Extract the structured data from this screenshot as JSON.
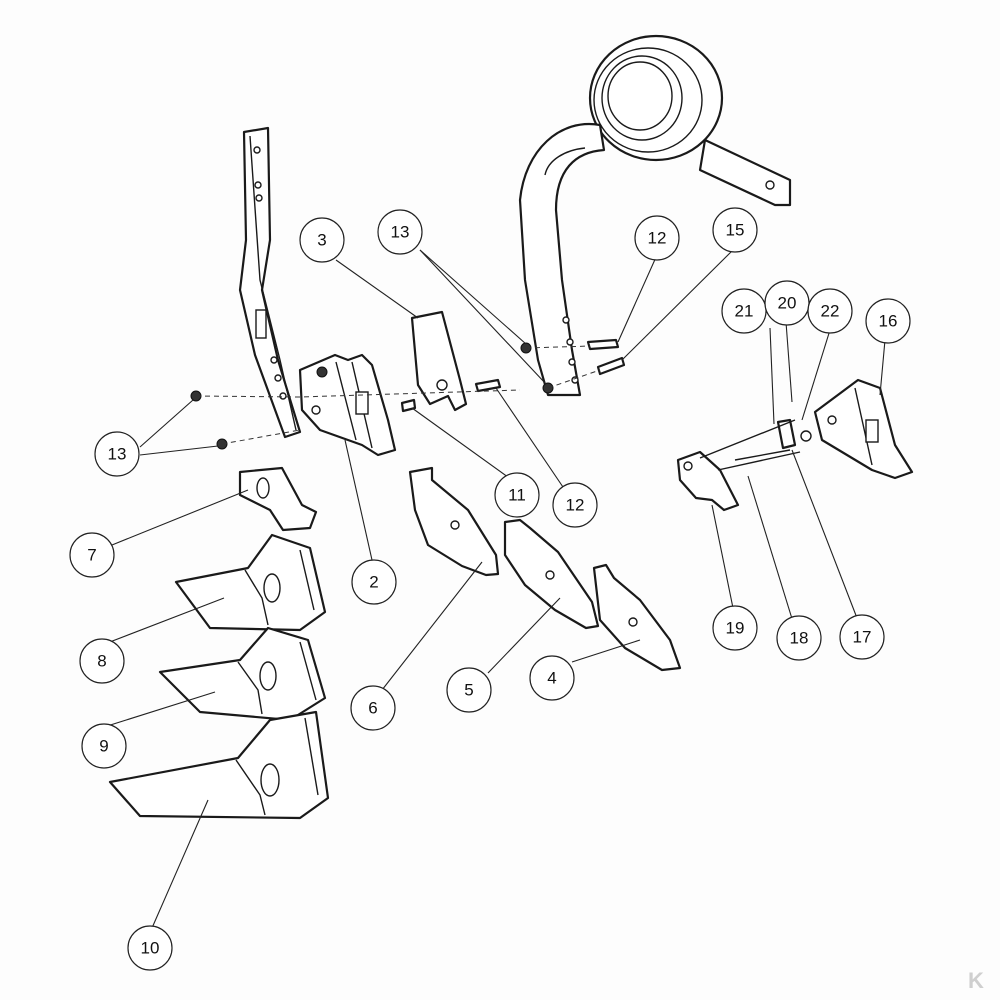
{
  "callouts": [
    {
      "id": "c1",
      "label": "3"
    },
    {
      "id": "c2",
      "label": "13"
    },
    {
      "id": "c3",
      "label": "12"
    },
    {
      "id": "c4",
      "label": "15"
    },
    {
      "id": "c5",
      "label": "21"
    },
    {
      "id": "c6",
      "label": "20"
    },
    {
      "id": "c7",
      "label": "22"
    },
    {
      "id": "c8",
      "label": "16"
    },
    {
      "id": "c9",
      "label": "13"
    },
    {
      "id": "c10",
      "label": "11"
    },
    {
      "id": "c11",
      "label": "12"
    },
    {
      "id": "c12",
      "label": "7"
    },
    {
      "id": "c13",
      "label": "2"
    },
    {
      "id": "c14",
      "label": "8"
    },
    {
      "id": "c15",
      "label": "19"
    },
    {
      "id": "c16",
      "label": "18"
    },
    {
      "id": "c17",
      "label": "17"
    },
    {
      "id": "c18",
      "label": "6"
    },
    {
      "id": "c19",
      "label": "5"
    },
    {
      "id": "c20",
      "label": "4"
    },
    {
      "id": "c21",
      "label": "9"
    },
    {
      "id": "c22",
      "label": "10"
    }
  ],
  "brand_mark": "K"
}
